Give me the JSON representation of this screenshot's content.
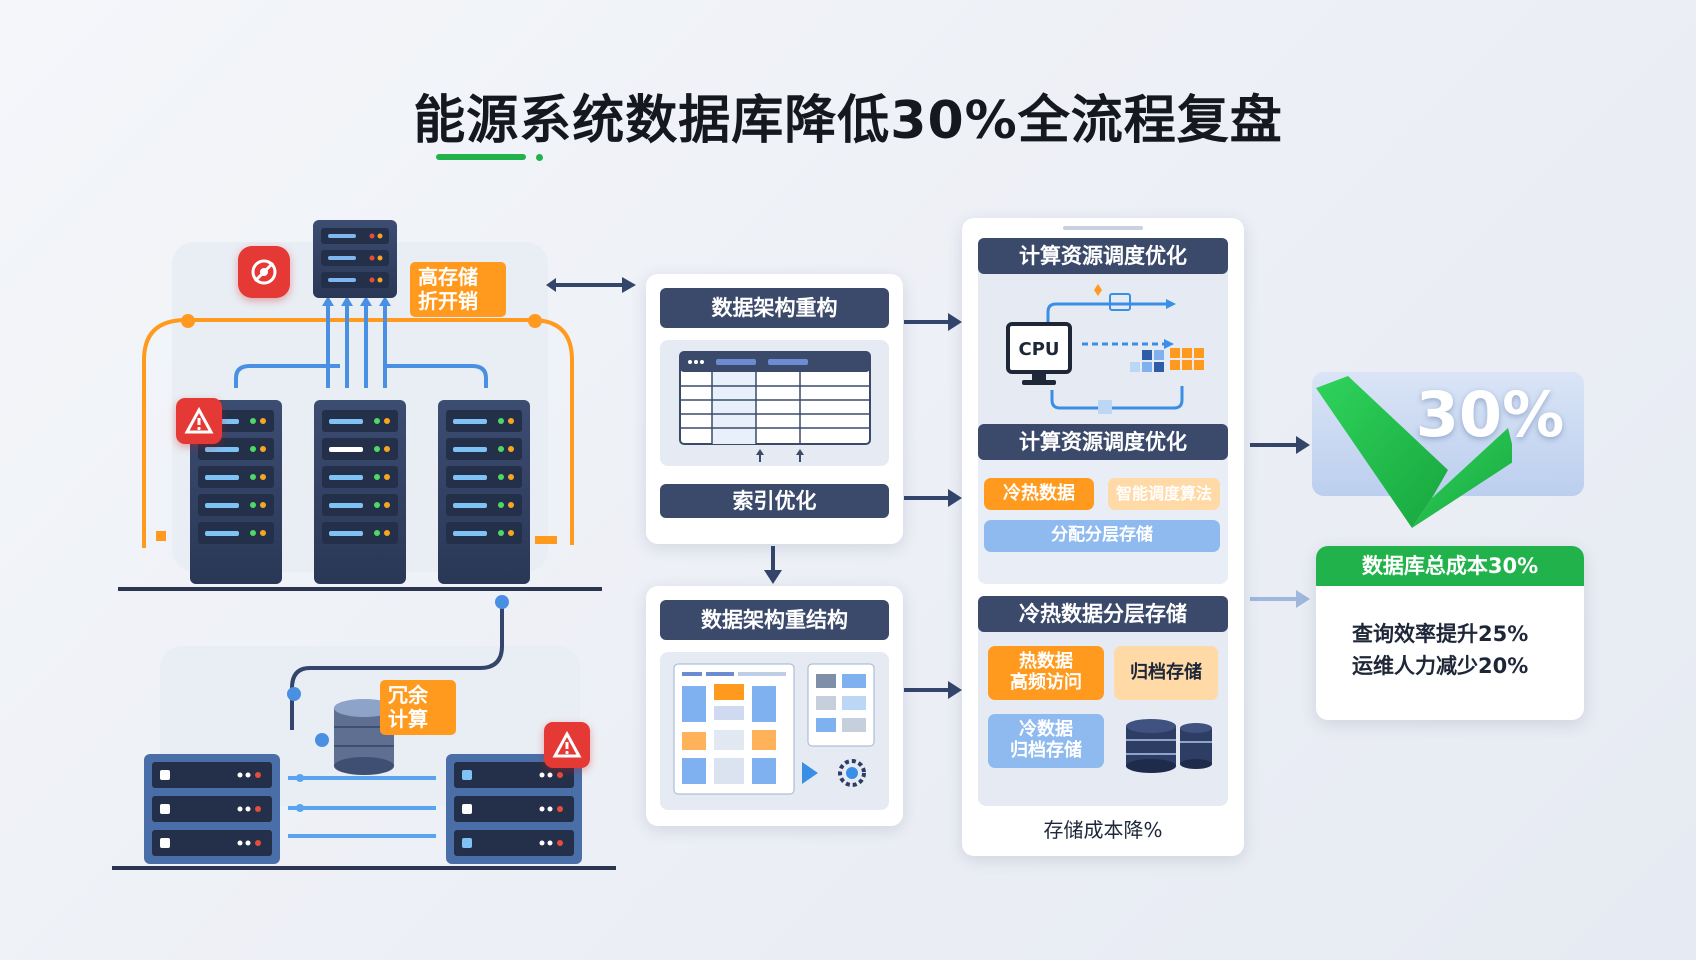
{
  "title": "能源系统数据库降低30%全流程复盘",
  "left_diagram": {
    "tag_top": [
      "高存储",
      "折开销"
    ],
    "tag_bottom": [
      "冗余",
      "计算"
    ]
  },
  "middle": {
    "card1": {
      "head": "数据架构重构",
      "foot": "索引优化"
    },
    "card2": {
      "head": "数据架构重结构"
    }
  },
  "right_panel": {
    "section1": {
      "head": "计算资源调度优化",
      "cpu_label": "CPU"
    },
    "section2": {
      "head": "计算资源调度优化",
      "pills": [
        "冷热数据",
        "智能调度算法",
        "分配分层存储"
      ]
    },
    "section3": {
      "head": "冷热数据分层存储",
      "hot": [
        "热数据",
        "高频访问"
      ],
      "archive": "归档存储",
      "cold": [
        "冷数据",
        "归档存储"
      ]
    },
    "footer": "存储成本降%"
  },
  "result": {
    "percent": "30%",
    "head": "数据库总成本30%",
    "lines": [
      "查询效率提升25%",
      "运维人力减少20%"
    ]
  },
  "colors": {
    "navy": "#3b4a6b",
    "green": "#22b24c",
    "orange": "#ff9a1e",
    "red": "#e53935",
    "blue": "#4a90e2"
  }
}
